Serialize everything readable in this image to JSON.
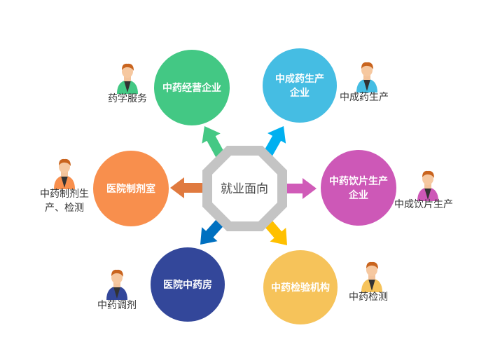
{
  "center": {
    "label": "就业面向"
  },
  "nodes": [
    {
      "id": "green",
      "title_lines": [
        "中药经营企业"
      ],
      "role_lines": [
        "药学服务"
      ],
      "color": "#43c884"
    },
    {
      "id": "blue",
      "title_lines": [
        "中成药生产",
        "企业"
      ],
      "role_lines": [
        "中成药生产"
      ],
      "color": "#45bde3"
    },
    {
      "id": "magenta",
      "title_lines": [
        "中药饮片生产",
        "企业"
      ],
      "role_lines": [
        "中成饮片生产"
      ],
      "color": "#cd58b7"
    },
    {
      "id": "yellow",
      "title_lines": [
        "中药检验机构"
      ],
      "role_lines": [
        "中药检测"
      ],
      "color": "#f6c35a"
    },
    {
      "id": "navy",
      "title_lines": [
        "医院中药房"
      ],
      "role_lines": [
        "中药调剂"
      ],
      "color": "#33479a"
    },
    {
      "id": "orange",
      "title_lines": [
        "医院制剂室"
      ],
      "role_lines": [
        "中药制剂生",
        "产、检测"
      ],
      "color": "#f88f4d"
    }
  ],
  "arrow_colors": {
    "green": "#45c884",
    "blue": "#00b0f0",
    "magenta": "#d05bb8",
    "yellow": "#ffc000",
    "navy": "#0070c0",
    "orange": "#e07a3f"
  }
}
